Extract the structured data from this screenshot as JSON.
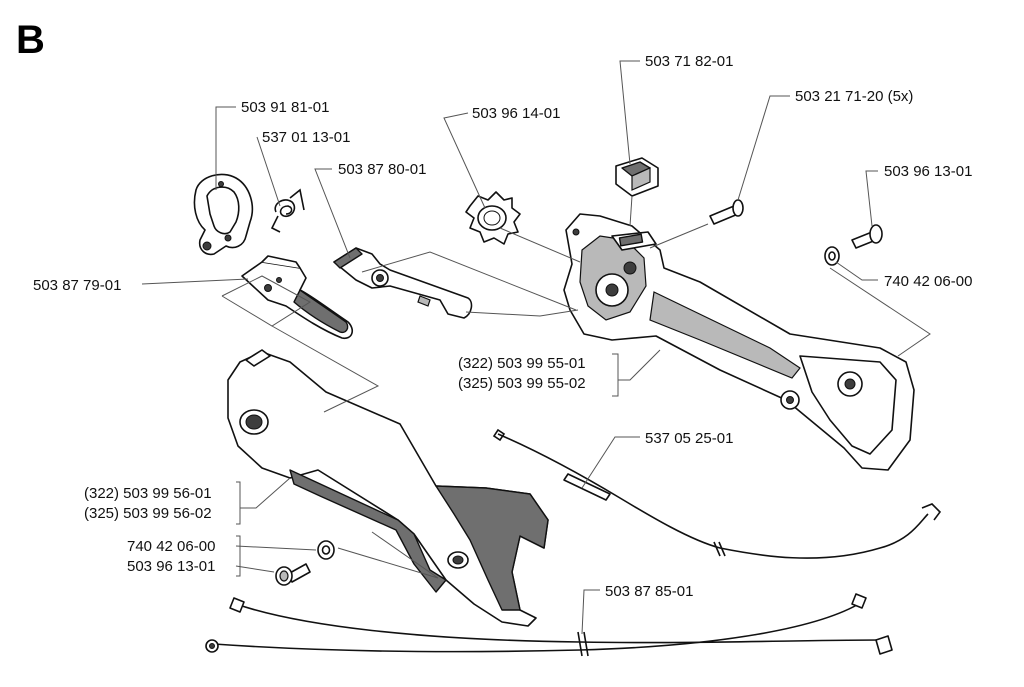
{
  "section_label": "B",
  "parts": {
    "p_503718201": "503 71 82-01",
    "p_503217120": "503 21 71-20 (5x)",
    "p_503918101": "503 91 81-01",
    "p_503961401": "503 96 14-01",
    "p_537011301": "537 01 13-01",
    "p_503878001": "503 87 80-01",
    "p_503961301_top": "503 96 13-01",
    "p_503877901": "503 87 79-01",
    "p_740420600_right": "740 42 06-00",
    "p_503995501": "(322) 503 99 55-01",
    "p_503995502": "(325) 503 99 55-02",
    "p_537052501": "537 05 25-01",
    "p_503995601": "(322) 503 99 56-01",
    "p_503995602": "(325) 503 99 56-02",
    "p_740420600_left": "740 42 06-00",
    "p_503961301_left": "503 96 13-01",
    "p_503878501": "503 87 85-01"
  }
}
